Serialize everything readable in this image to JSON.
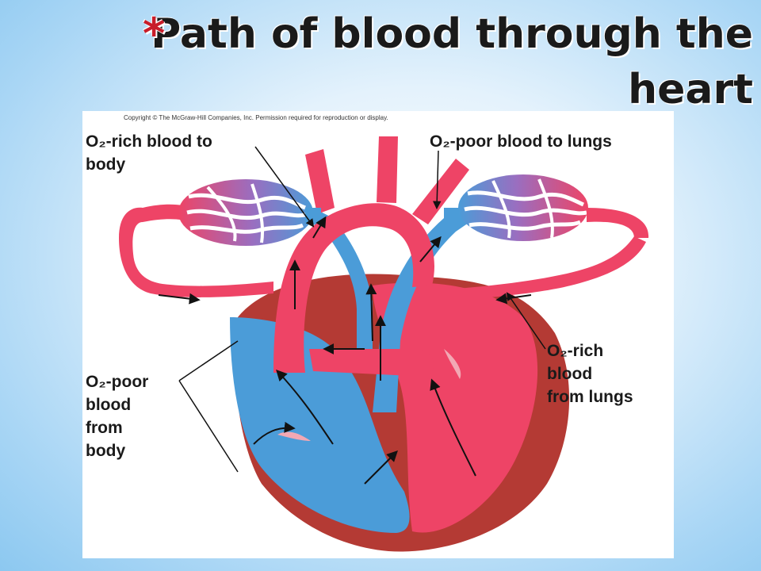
{
  "slide": {
    "title_bullet": "*",
    "title": "Path of blood through the heart"
  },
  "figure": {
    "copyright": "Copyright © The McGraw-Hill Companies, Inc. Permission required for reproduction or display.",
    "labels": {
      "o2_rich_to_body": "O₂-rich blood to\nbody",
      "o2_poor_to_lungs": "O₂-poor blood to lungs",
      "o2_poor_from_body": "O₂-poor\nblood\nfrom\nbody",
      "o2_rich_from_lungs": "O₂-rich\nblood\nfrom lungs"
    },
    "colors": {
      "oxygen_rich": "#ee4466",
      "oxygen_poor": "#4b9cd8",
      "heart_wall": "#b43a34",
      "capillary_mix": "#9a6ec0"
    }
  }
}
